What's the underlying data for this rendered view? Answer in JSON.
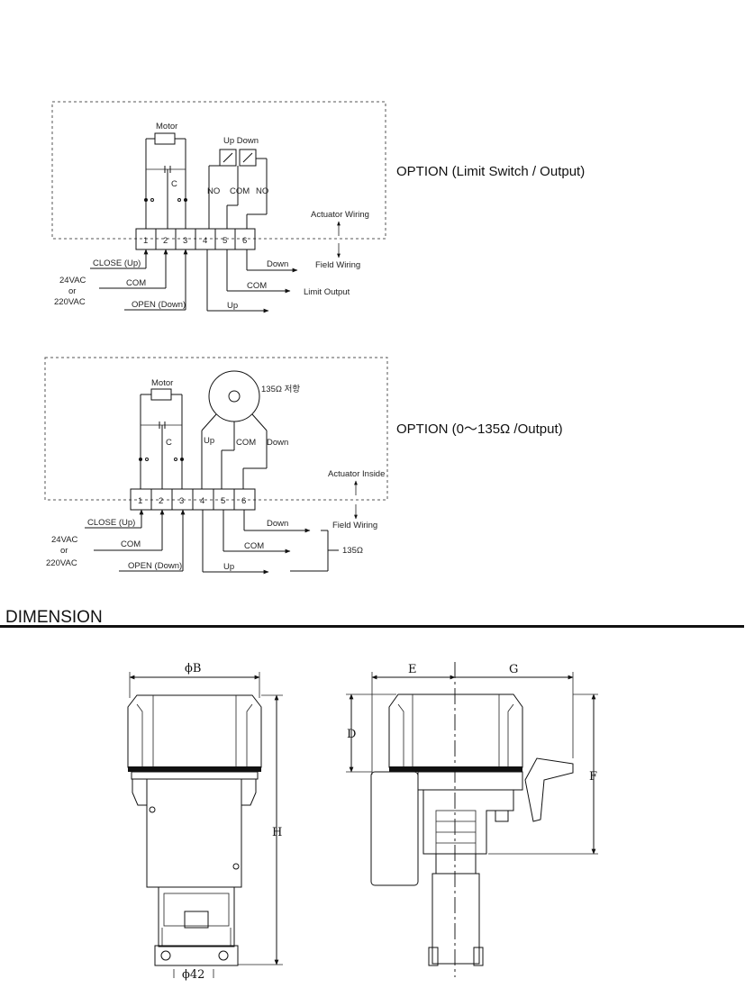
{
  "diagram1": {
    "title": "OPTION (Limit Switch / Output)",
    "motor_label": "Motor",
    "cap_label": "C",
    "up_down_label": "Up  Down",
    "no_left": "NO",
    "com": "COM",
    "no_right": "NO",
    "terminals": [
      "1",
      "2",
      "3",
      "4",
      "5",
      "6"
    ],
    "actuator_wiring": "Actuator Wiring",
    "field_wiring": "Field Wiring",
    "close_up": "CLOSE (Up)",
    "com_in": "COM",
    "open_down": "OPEN (Down)",
    "vac_24": "24VAC",
    "vac_or": "or",
    "vac_220": "220VAC",
    "out_down": "Down",
    "out_com": "COM",
    "out_up": "Up",
    "limit_output": "Limit Output"
  },
  "diagram2": {
    "title": "OPTION (0～135Ω /Output)",
    "motor_label": "Motor",
    "cap_label": "C",
    "pot_label": "135Ω 저항",
    "up": "Up",
    "com": "COM",
    "down": "Down",
    "terminals": [
      "1",
      "2",
      "3",
      "4",
      "5",
      "6"
    ],
    "actuator_inside": "Actuator Inside",
    "field_wiring": "Field Wiring",
    "close_up": "CLOSE (Up)",
    "com_in": "COM",
    "open_down": "OPEN (Down)",
    "vac_24": "24VAC",
    "vac_or": "or",
    "vac_220": "220VAC",
    "out_down": "Down",
    "out_com": "COM",
    "out_up": "Up",
    "ohm_135": "135Ω"
  },
  "dimension": {
    "heading": "DIMENSION",
    "phi_b": "ϕB",
    "h": "H",
    "phi_42": "ϕ42",
    "e": "E",
    "g": "G",
    "d": "D",
    "f": "F"
  }
}
